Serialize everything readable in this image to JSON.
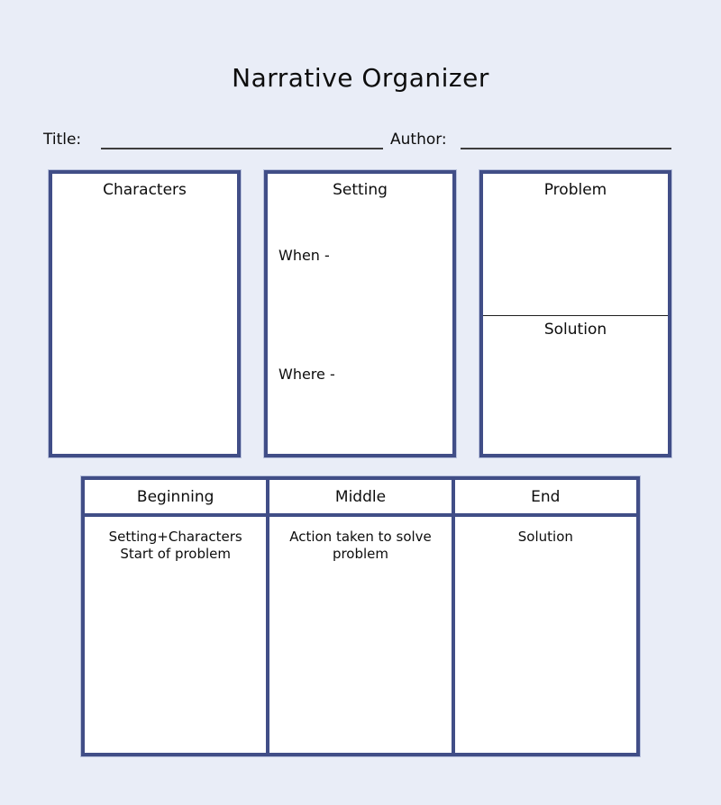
{
  "page": {
    "title": "Narrative Organizer"
  },
  "colors": {
    "background": "#e9edf7",
    "box_border": "#414e87",
    "box_background": "#ffffff",
    "text": "#0d0d0d",
    "fill_line": "#3d3d3d"
  },
  "fields": {
    "title_label": "Title:",
    "title_value": "",
    "author_label": "Author:",
    "author_value": ""
  },
  "boxes": {
    "characters": {
      "label": "Characters",
      "content": ""
    },
    "setting": {
      "label": "Setting",
      "when_label": "When -",
      "where_label": "Where -"
    },
    "problem": {
      "label": "Problem",
      "solution_label": "Solution",
      "problem_content": "",
      "solution_content": ""
    }
  },
  "story_table": {
    "columns": [
      {
        "header": "Beginning",
        "content": "Setting+Characters\nStart of problem"
      },
      {
        "header": "Middle",
        "content": "Action taken to solve\nproblem"
      },
      {
        "header": "End",
        "content": "Solution"
      }
    ]
  }
}
